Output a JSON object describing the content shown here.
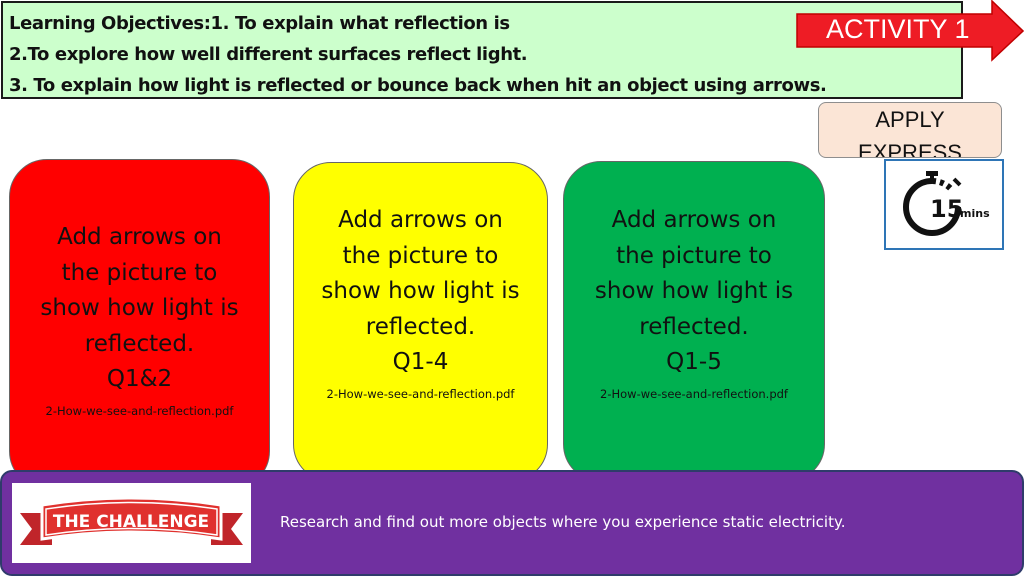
{
  "objectives": {
    "line1": "Learning Objectives:1. To explain what reflection is",
    "line2": "2.To explore how well different surfaces reflect light.",
    "line3": "3. To explain how light is reflected or bounce back when hit an object using arrows."
  },
  "activity_label": "ACTIVITY 1",
  "apply_express": {
    "line1": "APPLY",
    "line2": "EXPRESS"
  },
  "timer": {
    "number": "15",
    "unit": "mins"
  },
  "cards": [
    {
      "color": "#ff0000",
      "lines": [
        "Add arrows on",
        "the picture to",
        "show how light is",
        "reflected.",
        "Q1&2"
      ],
      "file": "2-How-we-see-and-reflection.pdf"
    },
    {
      "color": "#ffff00",
      "lines": [
        "Add arrows on",
        "the picture to",
        "show how light is",
        "reflected.",
        "Q1-4"
      ],
      "file": "2-How-we-see-and-reflection.pdf"
    },
    {
      "color": "#00b050",
      "lines": [
        "Add arrows on",
        "the picture to",
        "show how light is",
        "reflected.",
        "Q1-5"
      ],
      "file": "2-How-we-see-and-reflection.pdf"
    }
  ],
  "challenge": {
    "badge_text": "THE CHALLENGE",
    "text": "Research and find out more objects where you experience static electricity.",
    "bar_color": "#7030a0"
  }
}
